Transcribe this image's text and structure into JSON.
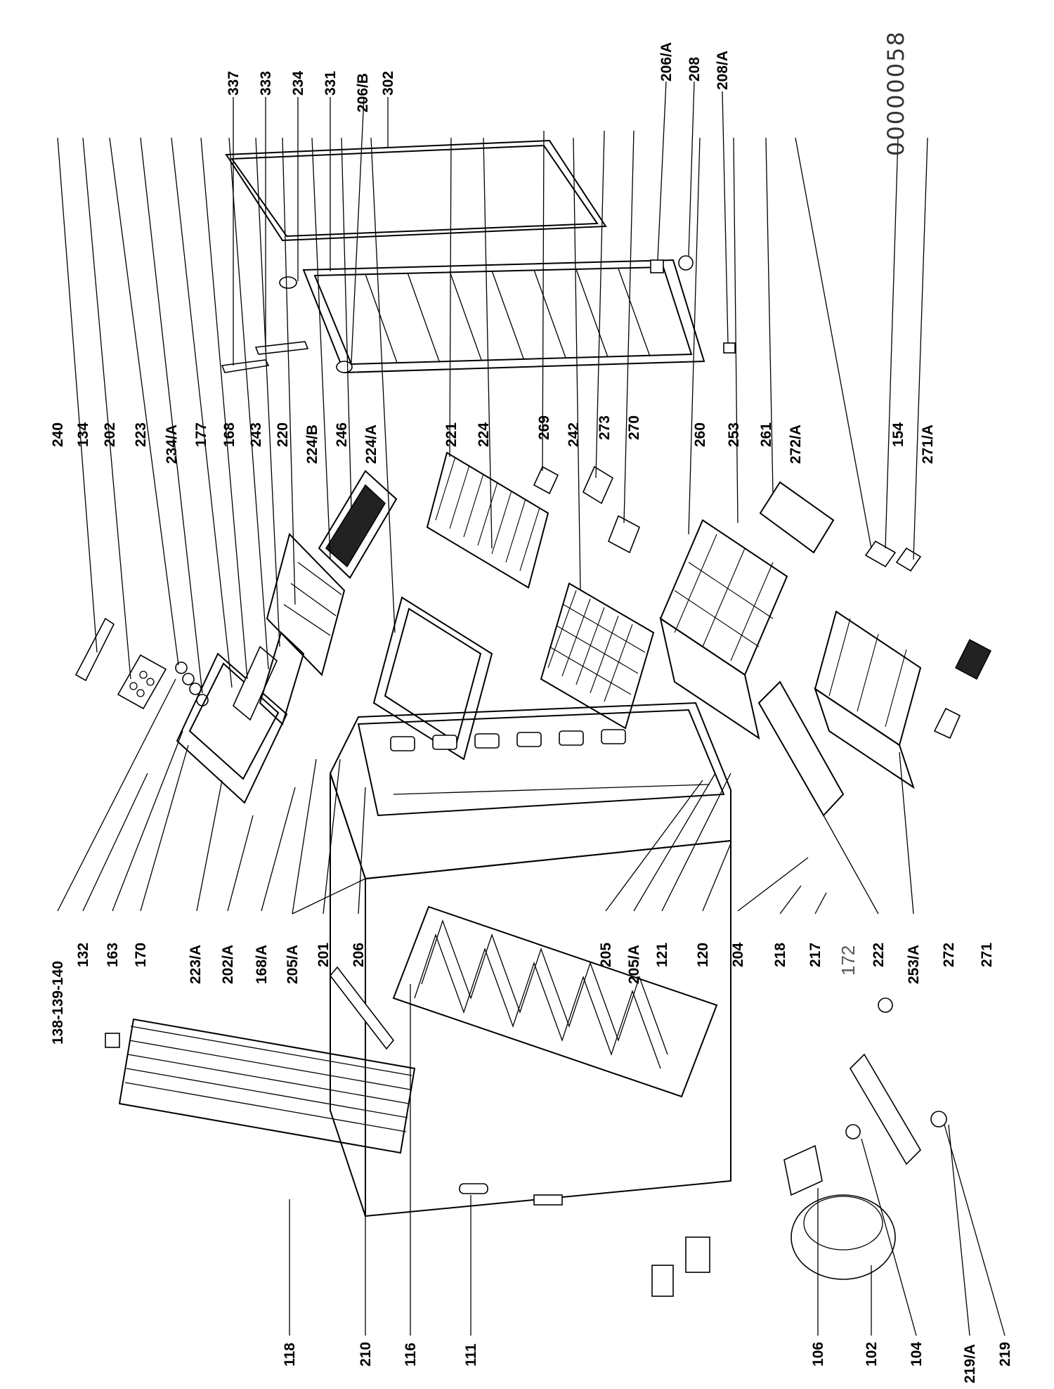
{
  "document_number": "00000058",
  "labels": {
    "l337": "337",
    "l333": "333",
    "l234": "234",
    "l331": "331",
    "l206b": "206/B",
    "l302": "302",
    "l206a": "206/A",
    "l208": "208",
    "l208a": "208/A",
    "l240": "240",
    "l134": "134",
    "l202": "202",
    "l223": "223",
    "l234a": "234/A",
    "l177": "177",
    "l168": "168",
    "l243": "243",
    "l220": "220",
    "l224b": "224/B",
    "l246": "246",
    "l224a": "224/A",
    "l221": "221",
    "l224": "224",
    "l269": "269",
    "l242": "242",
    "l273": "273",
    "l270": "270",
    "l260": "260",
    "l253": "253",
    "l261": "261",
    "l272a": "272/A",
    "l154": "154",
    "l271a": "271/A",
    "l138": "138-139-140",
    "l132": "132",
    "l163": "163",
    "l170": "170",
    "l223a": "223/A",
    "l202a": "202/A",
    "l168a": "168/A",
    "l205a_l": "205/A",
    "l201": "201",
    "l206": "206",
    "l205": "205",
    "l205a_r": "205/A",
    "l121": "121",
    "l120": "120",
    "l204": "204",
    "l218": "218",
    "l217": "217",
    "l172": "172",
    "l222": "222",
    "l253a": "253/A",
    "l272": "272",
    "l271": "271",
    "l118": "118",
    "l210": "210",
    "l116": "116",
    "l111": "111",
    "l106": "106",
    "l102": "102",
    "l104": "104",
    "l219a": "219/A",
    "l219": "219"
  }
}
